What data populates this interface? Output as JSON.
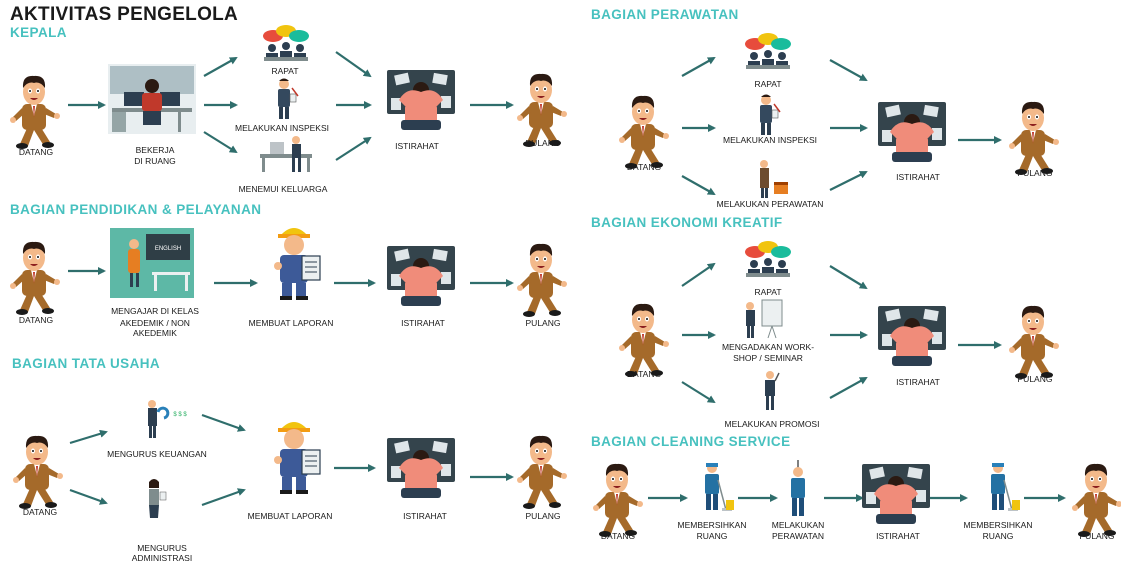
{
  "title": "AKTIVITAS PENGELOLA",
  "sections": {
    "kepala": {
      "heading": "KEPALA",
      "labels": [
        "DATANG",
        "BEKERJA",
        "DI RUANG",
        "RAPAT",
        "MELAKUKAN INSPEKSI",
        "MENEMUI KELUARGA",
        "ISTIRAHAT",
        "PULANG"
      ]
    },
    "pendidikan": {
      "heading": "BAGIAN PENDIDIKAN & PELAYANAN",
      "labels": [
        "DATANG",
        "MENGAJAR DI KELAS",
        "AKEDEMIK / NON AKEDEMIK",
        "MEMBUAT LAPORAN",
        "ISTIRAHAT",
        "PULANG"
      ]
    },
    "tata_usaha": {
      "heading": "BAGIAN TATA USAHA",
      "labels": [
        "DATANG",
        "MENGURUS KEUANGAN",
        "MENGURUS ADMINISTRASI",
        "MEMBUAT LAPORAN",
        "ISTIRAHAT",
        "PULANG"
      ]
    },
    "perawatan": {
      "heading": "BAGIAN PERAWATAN",
      "labels": [
        "DATANG",
        "RAPAT",
        "MELAKUKAN INSPEKSI",
        "MELAKUKAN PERAWATAN",
        "ISTIRAHAT",
        "PULANG"
      ]
    },
    "ekonomi": {
      "heading": "BAGIAN EKONOMI KREATIF",
      "labels": [
        "DATANG",
        "RAPAT",
        "MENGADAKAN WORK-",
        "SHOP  / SEMINAR",
        "MELAKUKAN PROMOSI",
        "ISTIRAHAT",
        "PULANG"
      ]
    },
    "cleaning": {
      "heading": "BAGIAN CLEANING SERVICE",
      "labels": [
        "DATANG",
        "MEMBERSIHKAN",
        "RUANG",
        "MELAKUKAN",
        "PERAWATAN",
        "ISTIRAHAT",
        "MEMBERSIHKAN",
        "RUANG",
        "PULANG"
      ]
    }
  },
  "colors": {
    "heading": "#47c1bf",
    "arrow": "#2f6e6c",
    "character_jacket": "#a56a2a",
    "character_skin": "#f3b98a",
    "hair": "#2b1a12"
  },
  "icons": [
    "businessman-icon",
    "office-desk-icon",
    "meeting-icon",
    "inspection-icon",
    "family-meeting-icon",
    "resting-desk-icon",
    "teacher-icon",
    "worker-report-icon",
    "finance-icon",
    "administration-icon",
    "maintenance-icon",
    "presenter-icon",
    "promotion-icon",
    "janitor-icon",
    "repairman-icon"
  ]
}
